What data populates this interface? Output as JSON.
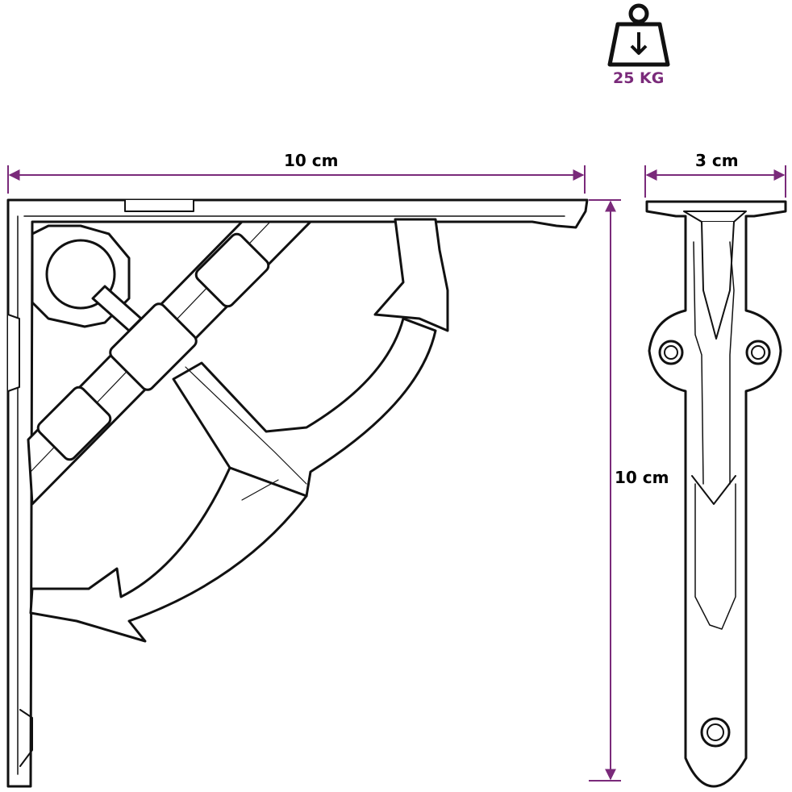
{
  "weight": {
    "label": "25 KG",
    "icon": "weight-icon"
  },
  "dimensions": {
    "width": "10 cm",
    "height": "10 cm",
    "depth": "3 cm"
  },
  "colors": {
    "accent": "#7a2a7a",
    "line": "#111111"
  }
}
